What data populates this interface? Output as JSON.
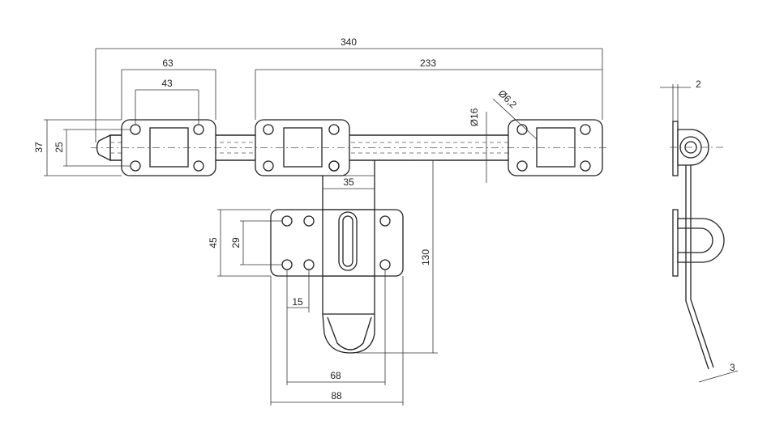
{
  "dimensions": {
    "overall_length": "340",
    "bar_length": "233",
    "plate_width_outer": "63",
    "plate_width_inner": "43",
    "plate_height_outer": "37",
    "plate_height_inner": "25",
    "rod_diameter": "Ø16",
    "hole_diameter": "Ø6,2",
    "hasp_width": "35",
    "keeper_height": "45",
    "keeper_hole_spacing_v": "29",
    "keeper_hole_spacing_h": "15",
    "keeper_hole_spacing_wide": "68",
    "keeper_width": "88",
    "hasp_length": "130",
    "side_offset": "2",
    "material_thickness": "3"
  }
}
